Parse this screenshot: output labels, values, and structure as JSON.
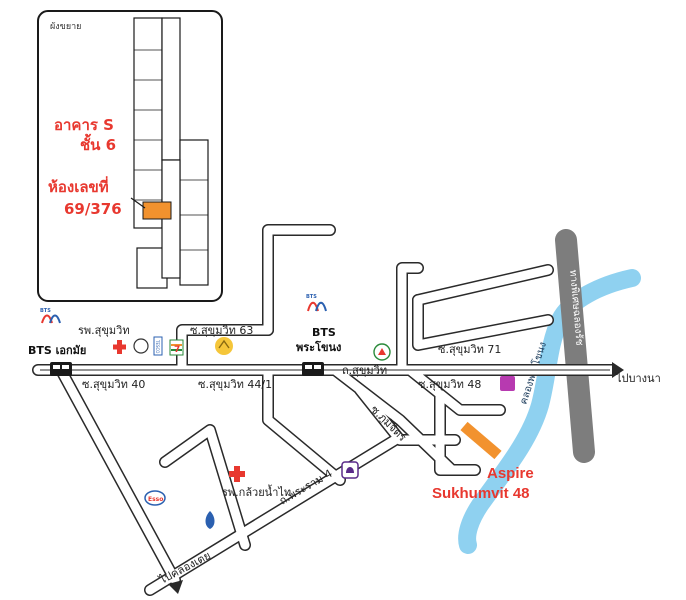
{
  "inset": {
    "title": "ผังขยาย",
    "building_label_1": "อาคาร S",
    "building_label_2": "ชั้น 6",
    "room_label": "ห้องเลขที่",
    "room_number": "69/376"
  },
  "stations": {
    "ekkamai": "BTS เอกมัย",
    "phrakhanong_1": "BTS",
    "phrakhanong_2": "พระโขนง",
    "bts_logo_text": "BTS"
  },
  "roads": {
    "soi63": "ซ.สุขุมวิท 63",
    "soi71": "ซ.สุขุมวิท 71",
    "soi40": "ซ.สุขุมวิท 40",
    "soi44_1": "ซ.สุขุมวิท 44/1",
    "soi48": "ซ.สุขุมวิท 48",
    "sukhumvit": "ถ.สุขุมวิท",
    "rama4": "ถ.พระราม 4",
    "soi_phumjit": "ซ.ภูมิจิตร",
    "to_bangna": "ไปบางนา",
    "to_khlongtoei": "ไปคลองเตย"
  },
  "places": {
    "hospital_sukhumvit": "รพ.สุขุมวิท",
    "hospital_kluaynamthai": "รพ.กล้วยน้ำไท",
    "esso": "Esso",
    "tesco": "TESCO",
    "seven_eleven": "7",
    "canal": "คลองพระโขนง",
    "expressway": "ทางพิเศษฉลองรัช"
  },
  "destination": {
    "line1": "Aspire",
    "line2": "Sukhumvit 48"
  },
  "colors": {
    "highlight_orange": "#f2922e",
    "label_red": "#e8382f",
    "canal_blue": "#8fd1f0",
    "expressway_gray": "#808080",
    "bts_blue": "#2b60b0",
    "bts_red": "#e8382f"
  }
}
